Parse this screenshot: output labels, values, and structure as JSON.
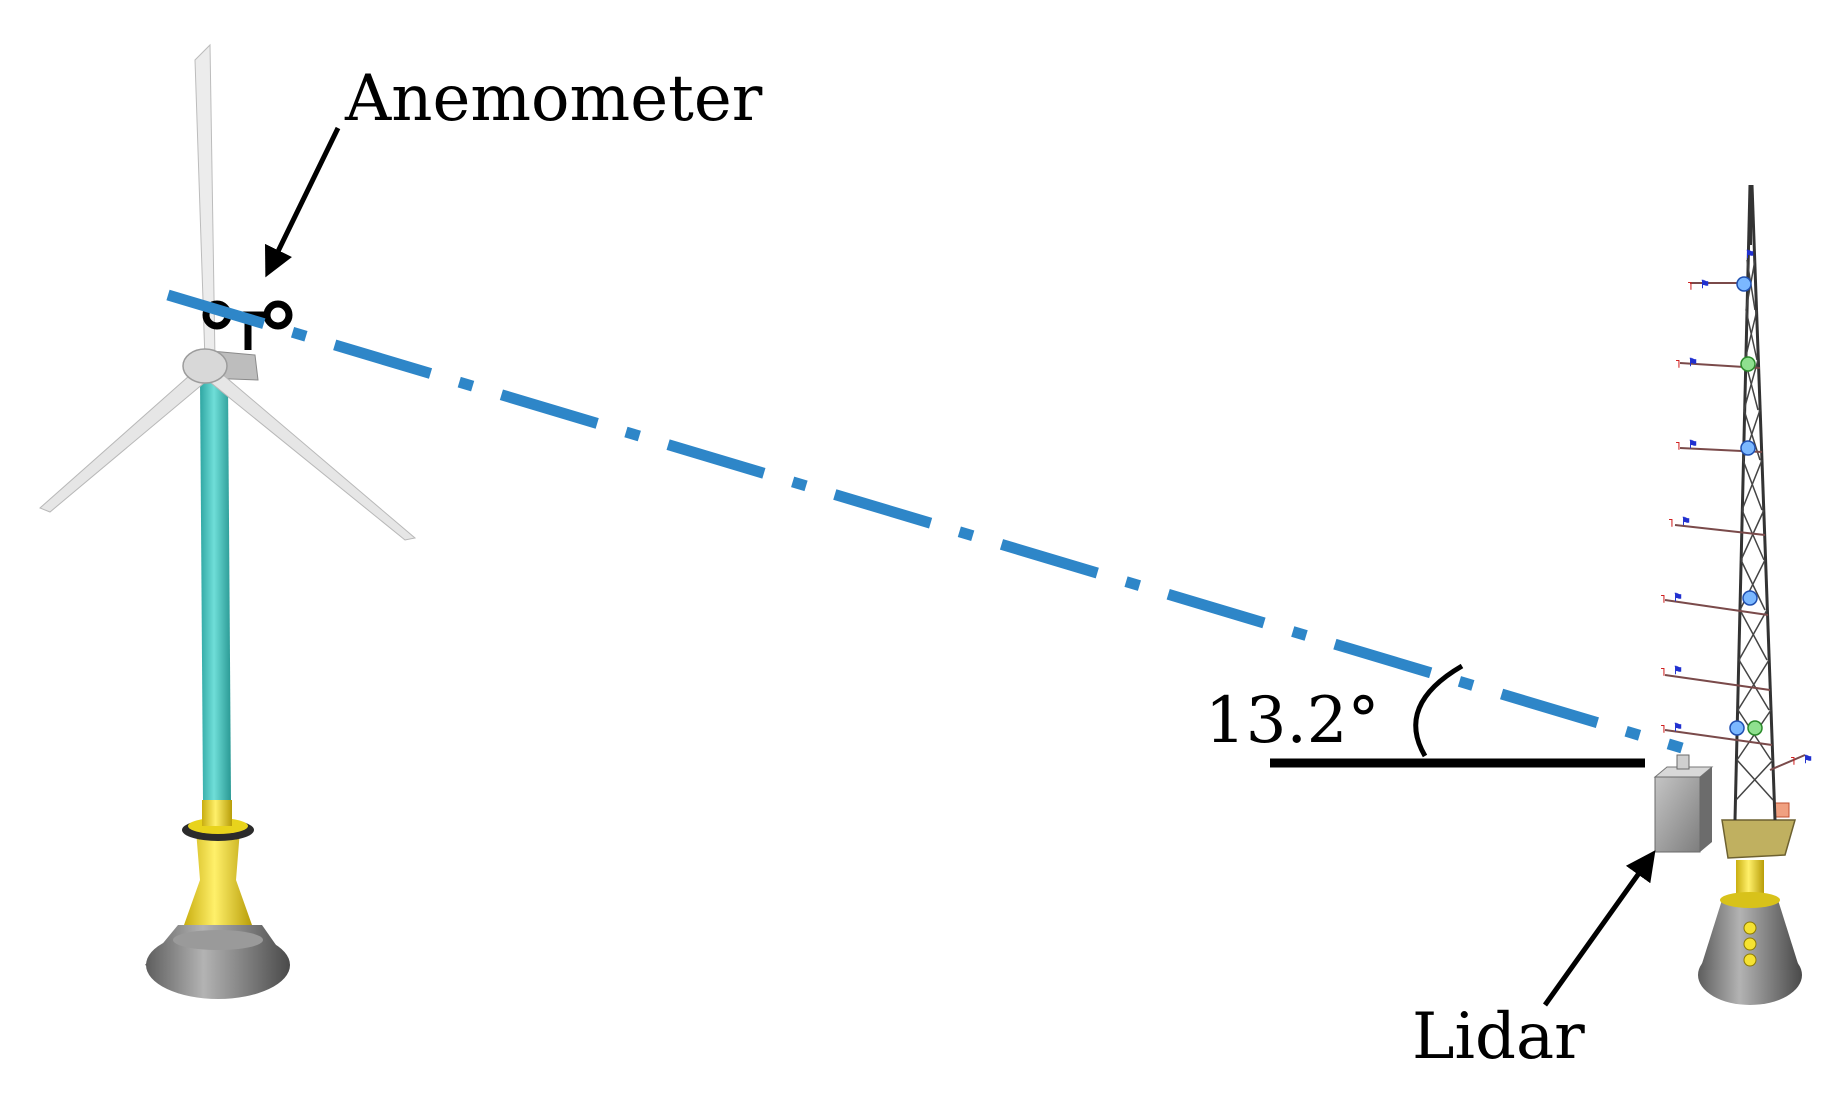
{
  "labels": {
    "anemometer": "Anemometer",
    "angle": "13.2°",
    "lidar": "Lidar"
  },
  "colors": {
    "beam": "#2e86c8",
    "tower": "#49c6c0",
    "foundation_yellow": "#f2d92c",
    "concrete": "#808080",
    "lidar_box": "#9a9a9a",
    "ink": "#000000"
  },
  "icons": [
    "wind-turbine-icon",
    "anemometer-icon",
    "lidar-box-icon",
    "met-mast-icon"
  ]
}
